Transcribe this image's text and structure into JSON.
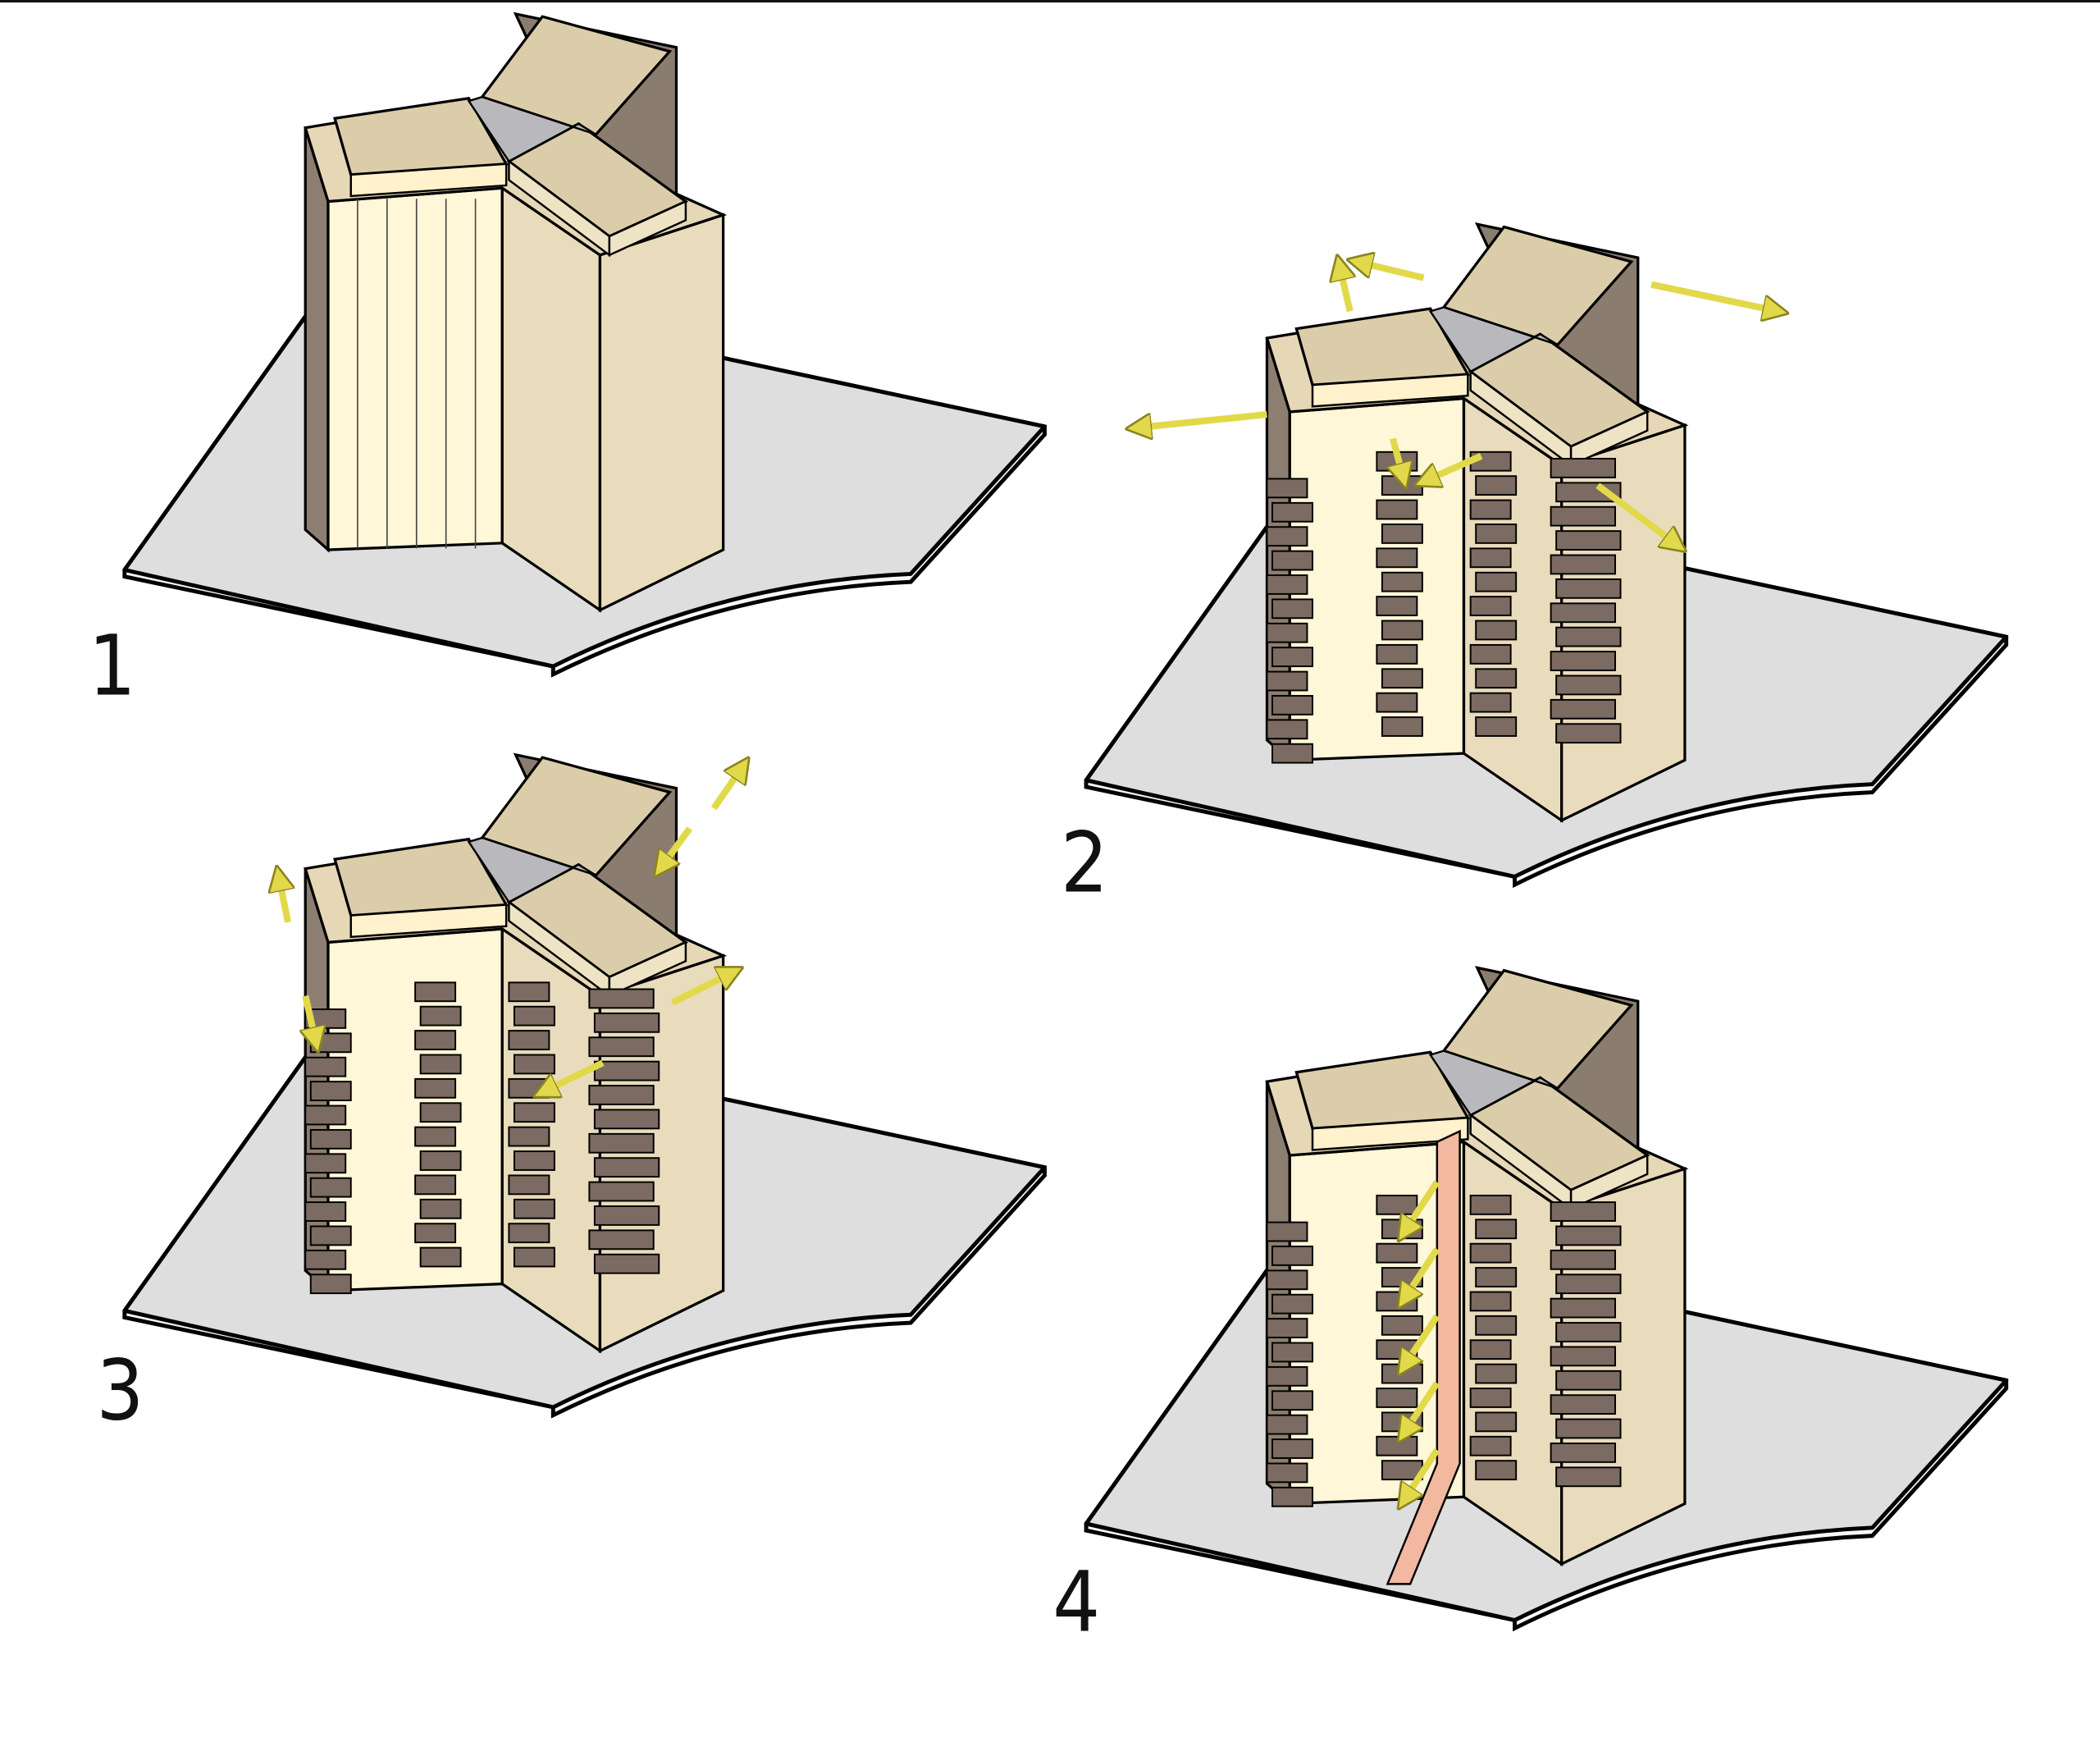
{
  "stages": [
    {
      "number": "1",
      "has_balconies": false,
      "arrows": "none"
    },
    {
      "number": "2",
      "has_balconies": true,
      "arrows": "outward"
    },
    {
      "number": "3",
      "has_balconies": true,
      "arrows": "redistribution"
    },
    {
      "number": "4",
      "has_balconies": true,
      "arrows": "circulation"
    }
  ],
  "colors": {
    "ground": "#dedede",
    "facade_light": "#fff7d8",
    "facade_mid": "#e9dcbc",
    "roof": "#dccdaa",
    "roof_core": "#b9b9bd",
    "balcony": "#7b6b63",
    "arrow": "#e2d94a",
    "ramp": "#f2b9a0"
  }
}
